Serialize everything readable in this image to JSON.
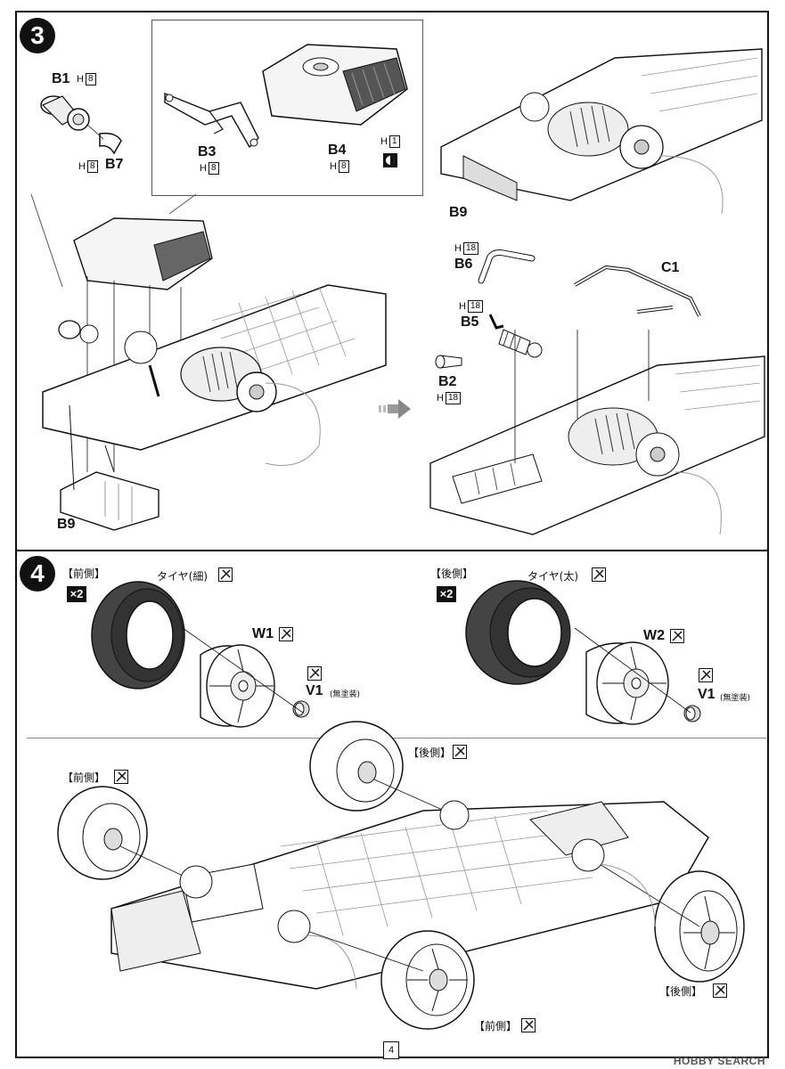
{
  "step3": {
    "number": "3",
    "parts": {
      "b1": "B1",
      "b7": "B7",
      "b3": "B3",
      "b4": "B4",
      "b9_top": "B9",
      "b9_bottom": "B9",
      "b6": "B6",
      "b5": "B5",
      "b2": "B2",
      "c1": "C1"
    },
    "paint": {
      "h": "H",
      "c8": "8",
      "c1": "1",
      "c18": "18"
    }
  },
  "step4": {
    "number": "4",
    "front_label": "【前側】",
    "rear_label": "【後側】",
    "tire_thin": "タイヤ(細)",
    "tire_thick": "タイヤ(太)",
    "multiplier": "×2",
    "w1": "W1",
    "w2": "W2",
    "v1": "V1",
    "unpainted": "(無塗装)",
    "assembly_rear_top": "【後側】",
    "assembly_front_left": "【前側】",
    "assembly_rear_right": "【後側】",
    "assembly_front_bottom": "【前側】"
  },
  "footer": {
    "page_number": "4",
    "watermark": "HOBBY SEARCH"
  },
  "icons": {
    "cement": "cement-glue-icon",
    "decal": "half-circle-decal-icon"
  }
}
